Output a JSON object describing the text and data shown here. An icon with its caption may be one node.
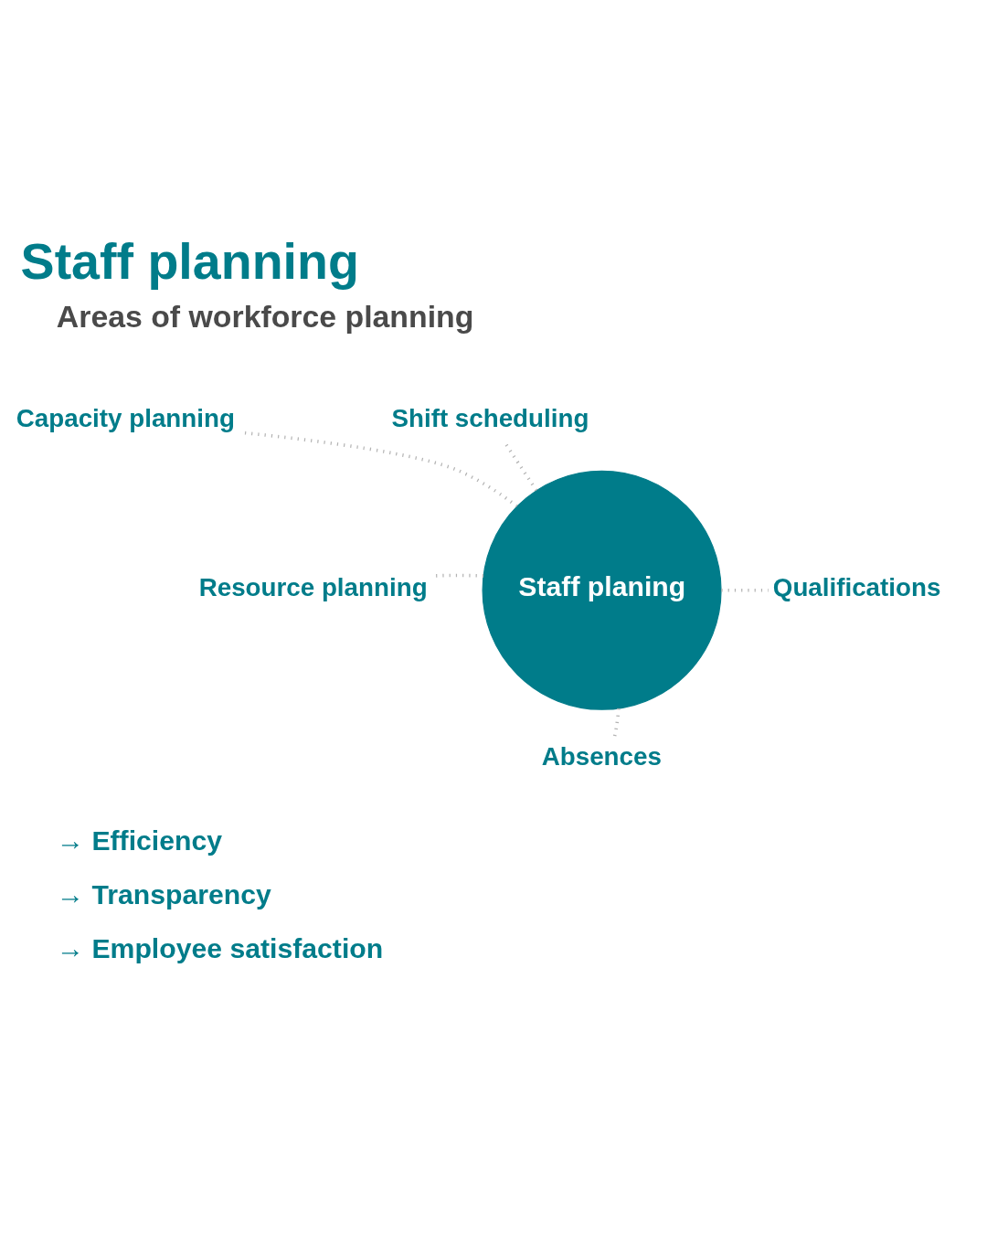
{
  "diagram": {
    "title": "Staff planning",
    "nodes": [
      {
        "text": [
          "Staff planing"
        ]
      },
      {
        "text": [
          "Capacity planning"
        ]
      },
      {
        "text": [
          "Shift scheduling"
        ]
      },
      {
        "text": [
          "Resource planning"
        ]
      },
      {
        "text": [
          "Qualifications"
        ]
      },
      {
        "text": [
          "Absences"
        ]
      }
    ],
    "edges": [
      {
        "from": 0,
        "to": 1,
        "arrow": "none"
      },
      {
        "from": 0,
        "to": 2,
        "arrow": "none"
      },
      {
        "from": 0,
        "to": 3,
        "arrow": "none"
      },
      {
        "from": 0,
        "to": 4,
        "arrow": "none"
      },
      {
        "from": 0,
        "to": 5,
        "arrow": "none"
      }
    ],
    "labels": [
      "Areas of workforce planning",
      "→ Efficiency",
      "→ Transparency",
      "→ Employee satisfaction"
    ]
  }
}
